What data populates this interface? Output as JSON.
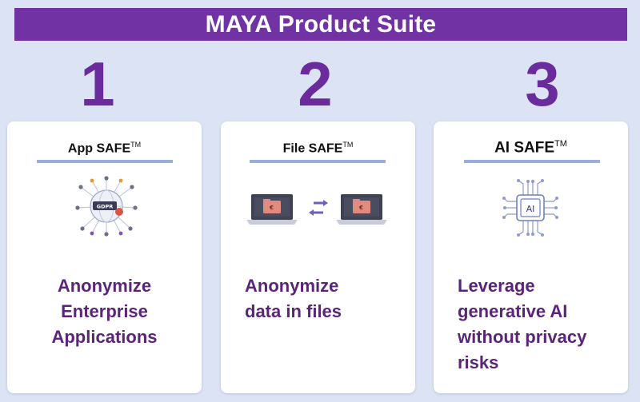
{
  "banner": {
    "title": "MAYA Product Suite"
  },
  "products": [
    {
      "number": "1",
      "name": "App SAFE",
      "trademark": "TM",
      "illustration": "gdpr-globe-network-icon",
      "description": [
        "Anonymize",
        "Enterprise",
        "Applications"
      ],
      "gdpr_label": "GDPR"
    },
    {
      "number": "2",
      "name": "File SAFE",
      "trademark": "TM",
      "illustration": "laptop-file-transfer-icon",
      "description": [
        "Anonymize",
        "data in files"
      ]
    },
    {
      "number": "3",
      "name": "AI SAFE",
      "trademark": "TM",
      "illustration": "ai-chip-icon",
      "chip_label": "AI",
      "description": [
        "Leverage",
        "generative AI",
        "without privacy",
        "risks"
      ]
    }
  ],
  "colors": {
    "background": "#dce3f4",
    "banner": "#7133a3",
    "number": "#6a2c9d",
    "description_text": "#5a2478",
    "rule": "#9aaedb"
  }
}
